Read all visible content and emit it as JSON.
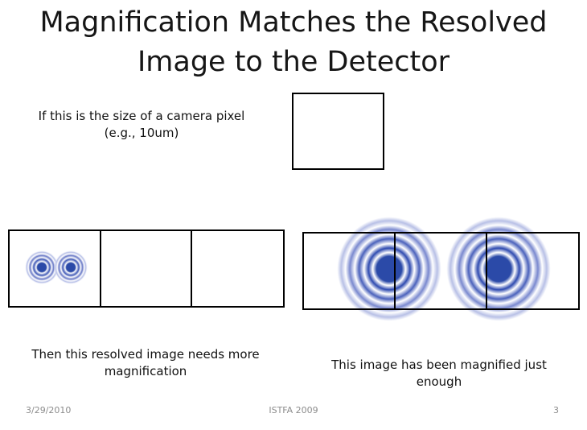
{
  "slide": {
    "title_lines": [
      "Magnification Matches the Resolved",
      "Image to the Detector"
    ],
    "caption_pixel_lines": [
      "If this is the size of a camera pixel",
      "(e.g., 10um)"
    ],
    "caption_more_lines": [
      "Then this resolved image needs more",
      "magnification"
    ],
    "caption_just_lines": [
      "This image has been magnified just",
      "enough"
    ]
  },
  "footer": {
    "date": "3/29/2010",
    "conference": "ISTFA  2009",
    "page_number": "3"
  },
  "colors": {
    "airy_core": "#2b4aa8",
    "airy_ring": "#5b6fc2",
    "outline": "#000000",
    "footer_text": "#8c8c8c"
  }
}
